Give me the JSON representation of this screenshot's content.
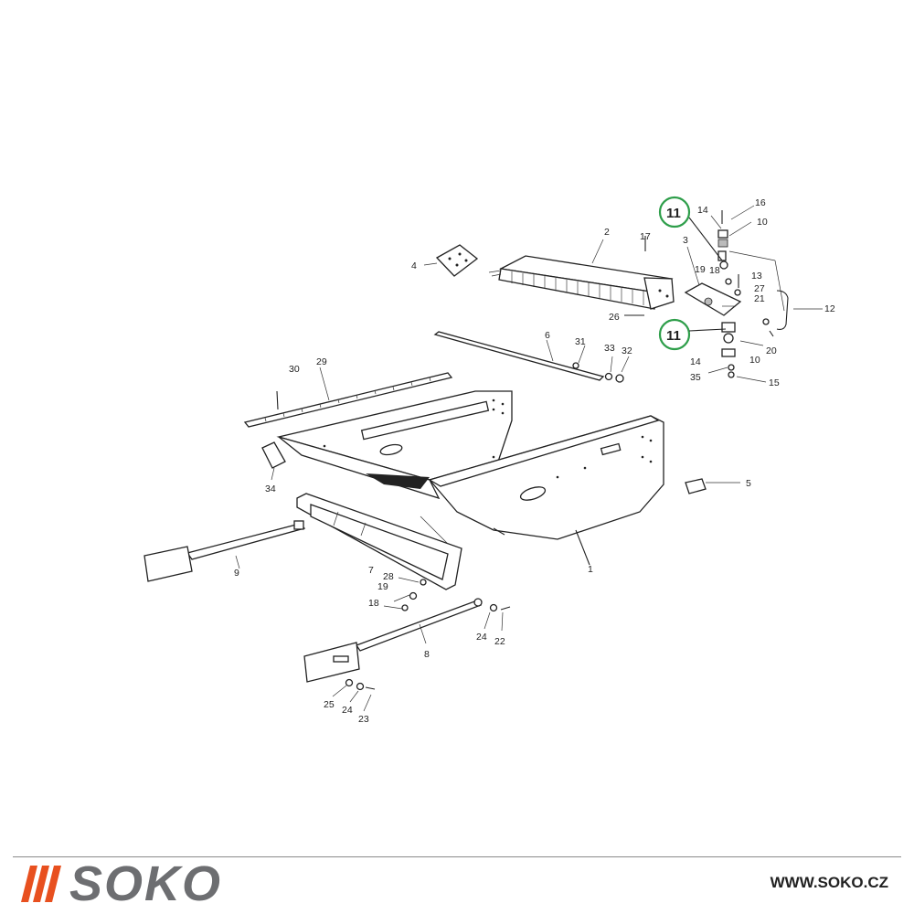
{
  "labels": {
    "l1": "1",
    "l2": "2",
    "l3": "3",
    "l4": "4",
    "l5": "5",
    "l6": "6",
    "l7": "7",
    "l8": "8",
    "l9": "9",
    "l10a": "10",
    "l10b": "10",
    "l12": "12",
    "l13": "13",
    "l14a": "14",
    "l14b": "14",
    "l15": "15",
    "l16": "16",
    "l17": "17",
    "l18a": "18",
    "l18b": "18",
    "l19a": "19",
    "l19b": "19",
    "l20": "20",
    "l21": "21",
    "l22": "22",
    "l23": "23",
    "l24a": "24",
    "l24b": "24",
    "l25": "25",
    "l26": "26",
    "l27": "27",
    "l28": "28",
    "l29": "29",
    "l30": "30",
    "l31": "31",
    "l32": "32",
    "l33": "33",
    "l34": "34",
    "l35": "35"
  },
  "highlights": {
    "h1": "11",
    "h2": "11",
    "color": "#2e9e4a"
  },
  "footer": {
    "brand": "SOKO",
    "website": "WWW.SOKO.CZ",
    "accent": "#e8501f",
    "brand_color": "#6d6e71"
  }
}
